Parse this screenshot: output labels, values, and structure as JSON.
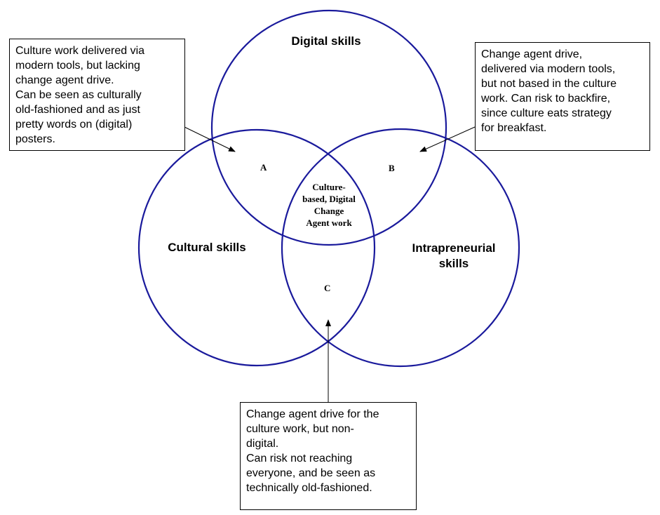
{
  "colors": {
    "circle_stroke": "#1a1a9c",
    "arrow": "#000000",
    "text": "#000000",
    "background": "#ffffff"
  },
  "sets": {
    "digital": "Digital skills",
    "cultural": "Cultural skills",
    "intrapreneurial": [
      "Intrapreneurial",
      "skills"
    ]
  },
  "regions": {
    "a": "A",
    "b": "B",
    "c": "C",
    "center": [
      "Culture-",
      "based, Digital",
      "Change",
      "Agent work"
    ]
  },
  "callouts": {
    "a": [
      "Culture work delivered via",
      "modern tools, but lacking",
      "change agent drive.",
      "Can be seen as culturally",
      "old-fashioned and as just",
      "pretty words on (digital)",
      "posters."
    ],
    "b": [
      "Change agent drive,",
      "delivered via modern tools,",
      "but not based in the culture",
      "work. Can risk to backfire,",
      "since culture eats strategy",
      "for breakfast."
    ],
    "c": [
      "Change agent drive for the",
      "culture work, but non-",
      "digital.",
      "Can risk not reaching",
      "everyone, and be seen as",
      "technically old-fashioned."
    ]
  }
}
